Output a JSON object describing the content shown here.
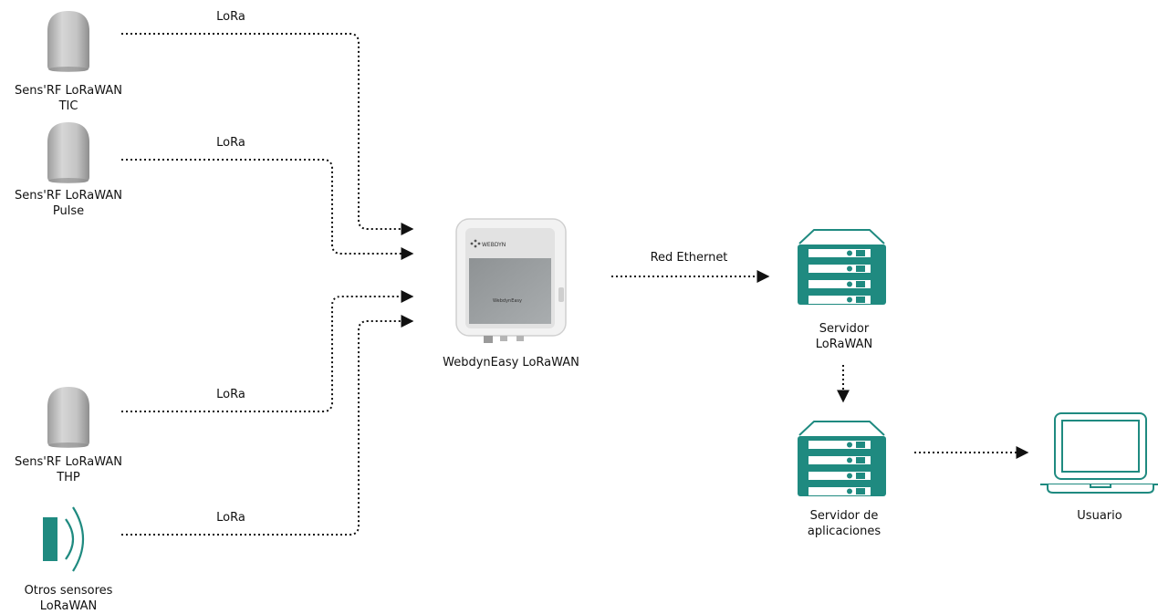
{
  "sensors": [
    {
      "name_line1": "Sens'RF LoRaWAN",
      "name_line2": "TIC",
      "link_label": "LoRa",
      "icon": "sensor-dome-icon"
    },
    {
      "name_line1": "Sens'RF LoRaWAN",
      "name_line2": "Pulse",
      "link_label": "LoRa",
      "icon": "sensor-dome-icon"
    },
    {
      "name_line1": "Sens'RF LoRaWAN",
      "name_line2": "THP",
      "link_label": "LoRa",
      "icon": "sensor-dome-icon"
    },
    {
      "name_line1": "Otros sensores",
      "name_line2": "LoRaWAN",
      "link_label": "LoRa",
      "icon": "wireless-signal-icon"
    }
  ],
  "gateway": {
    "name": "WebdynEasy LoRaWAN",
    "brand": "WEBDYN",
    "front_text": "WebdynEasy"
  },
  "ethernet_link": {
    "label": "Red Ethernet"
  },
  "lorawan_server": {
    "line1": "Servidor",
    "line2": "LoRaWAN",
    "icon": "server-rack-icon"
  },
  "app_server": {
    "line1": "Servidor de",
    "line2": "aplicaciones",
    "icon": "server-rack-icon"
  },
  "user": {
    "label": "Usuario",
    "icon": "laptop-icon"
  },
  "colors": {
    "accent": "#1f8a80",
    "device_gray": "#b8b8b8",
    "line": "#111111"
  }
}
